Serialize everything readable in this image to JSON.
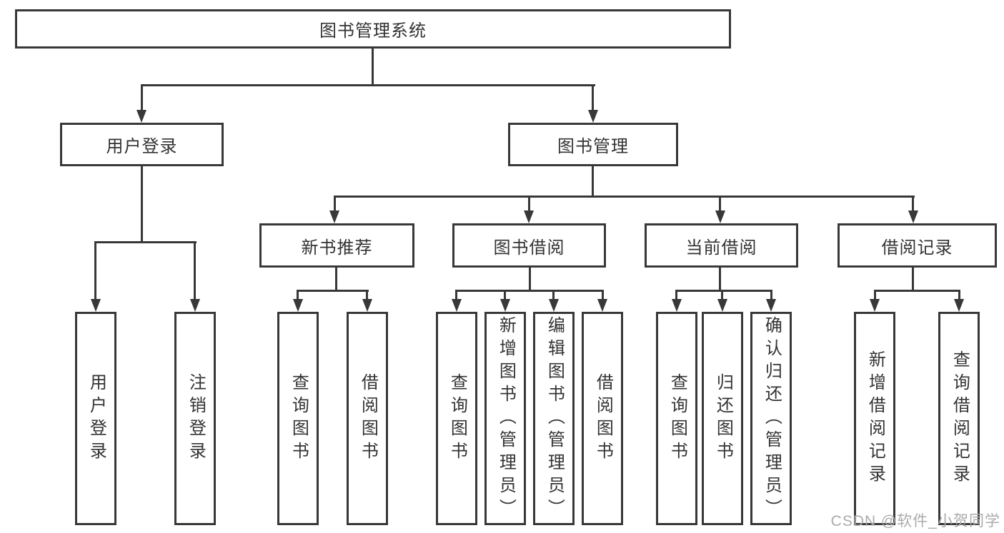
{
  "diagram_title": "图书管理系统",
  "colors": {
    "stroke": "#383838",
    "text": "#333333",
    "bg": "#ffffff",
    "watermark": "#ababab"
  },
  "nodes": {
    "root": "图书管理系统",
    "user_login": "用户登录",
    "book_mgmt": "图书管理",
    "new_book_rec": "新书推荐",
    "book_borrow": "图书借阅",
    "current_borrow": "当前借阅",
    "borrow_records": "借阅记录",
    "leaf_user_login": "用户登录",
    "leaf_logout": "注销登录",
    "leaf_nb_query": "查询图书",
    "leaf_nb_borrow": "借阅图书",
    "leaf_bb_query": "查询图书",
    "leaf_bb_add": "新增图书（管理员）",
    "leaf_bb_edit": "编辑图书（管理员）",
    "leaf_bb_borrow": "借阅图书",
    "leaf_cb_query": "查询图书",
    "leaf_cb_return": "归还图书",
    "leaf_cb_confirm": "确认归还（管理员）",
    "leaf_br_add": "新增借阅记录",
    "leaf_br_query": "查询借阅记录"
  },
  "hierarchy": {
    "图书管理系统": {
      "用户登录": [
        "用户登录",
        "注销登录"
      ],
      "图书管理": {
        "新书推荐": [
          "查询图书",
          "借阅图书"
        ],
        "图书借阅": [
          "查询图书",
          "新增图书（管理员）",
          "编辑图书（管理员）",
          "借阅图书"
        ],
        "当前借阅": [
          "查询图书",
          "归还图书",
          "确认归还（管理员）"
        ],
        "借阅记录": [
          "新增借阅记录",
          "查询借阅记录"
        ]
      }
    }
  },
  "watermark": "CSDN @软件_小贺同学"
}
